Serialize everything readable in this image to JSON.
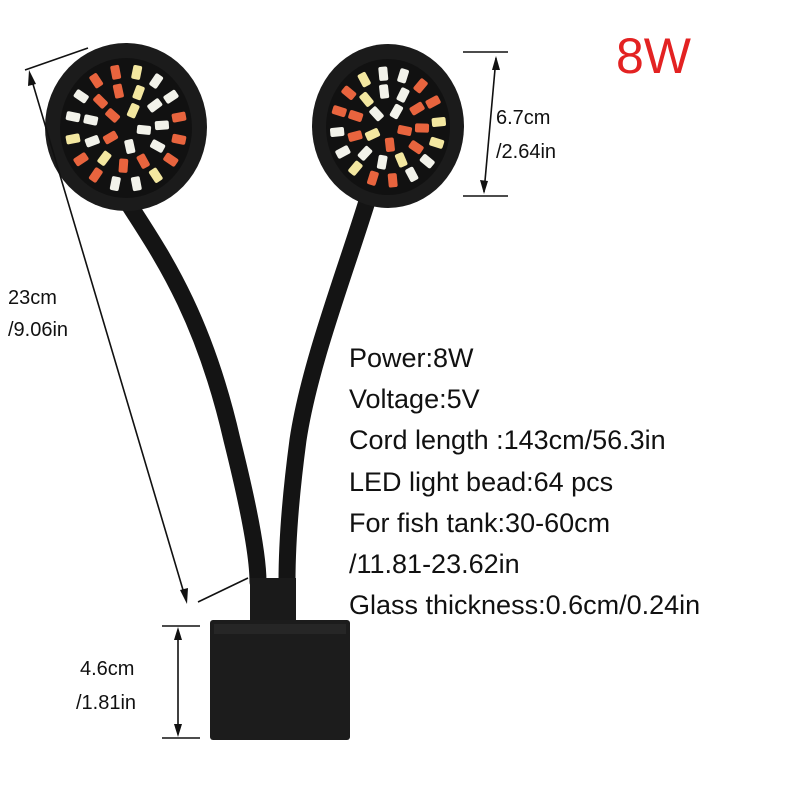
{
  "power_badge": "8W",
  "colors": {
    "badge": "#e32222",
    "lamp_body": "#1b1b1b",
    "led_white": "#f2f2ea",
    "led_warm": "#f3e7a0",
    "led_red": "#e8643e"
  },
  "dimensions": {
    "head": {
      "cm": "6.7cm",
      "in": "/2.64in"
    },
    "length": {
      "cm": "23cm",
      "in": "/9.06in"
    },
    "clip": {
      "cm": "4.6cm",
      "in": "/1.81in"
    }
  },
  "specs": [
    "Power:8W",
    "Voltage:5V",
    "Cord length :143cm/56.3in",
    "LED light bead:64 pcs",
    "For fish tank:30-60cm",
    "/11.81-23.62in",
    "Glass thickness:0.6cm/0.24in"
  ]
}
